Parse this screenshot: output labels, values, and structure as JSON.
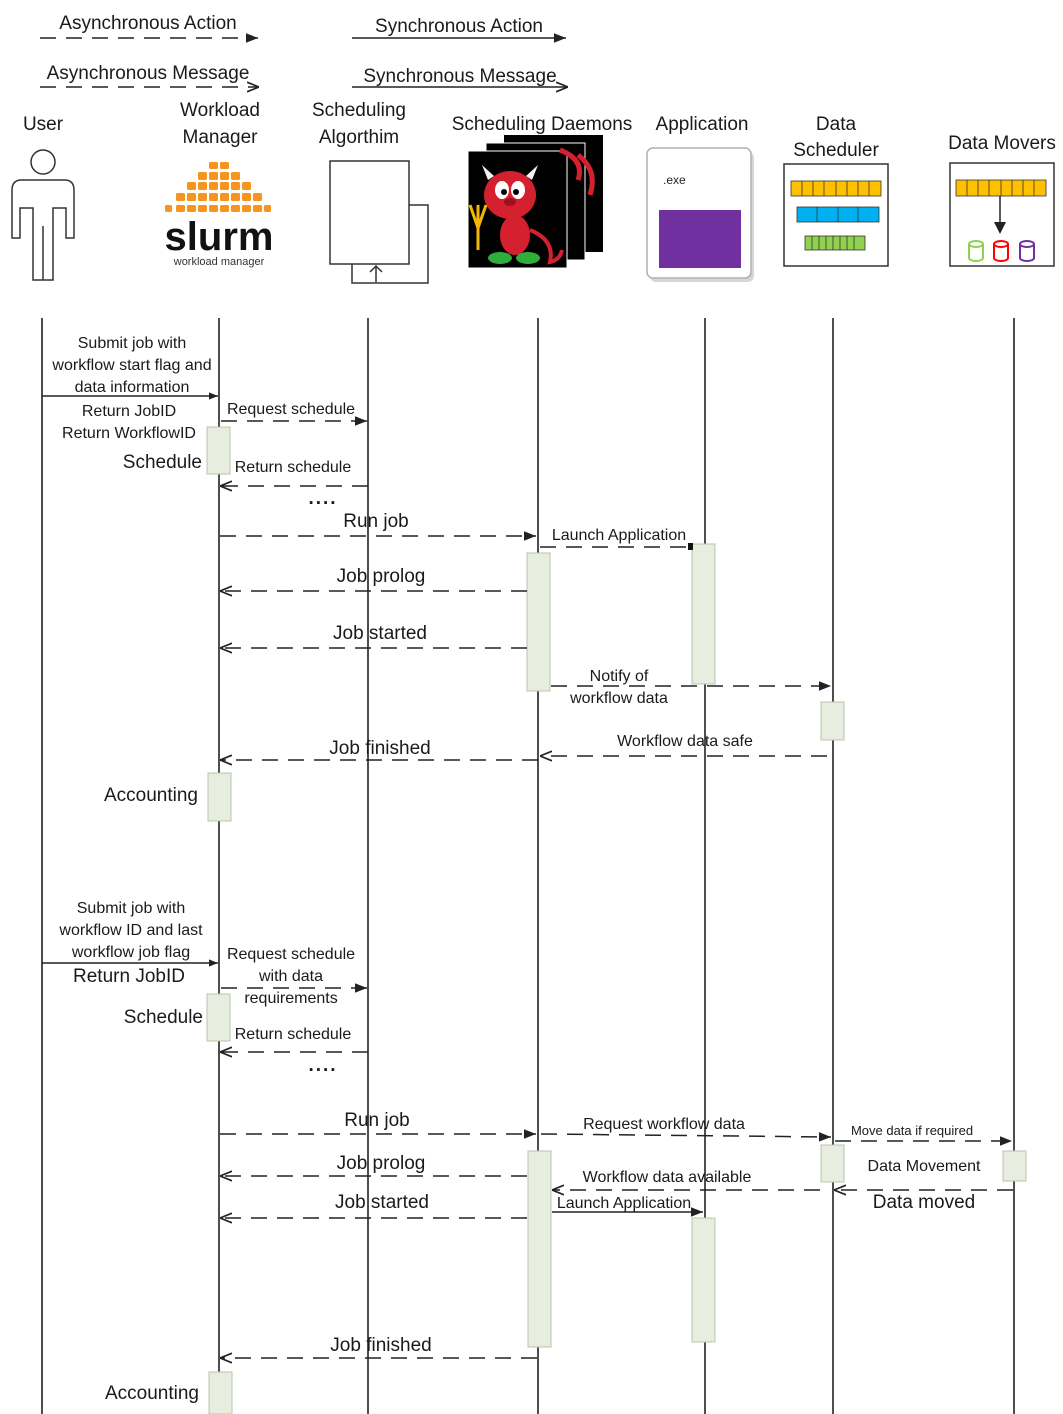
{
  "legend": {
    "async_action": "Asynchronous Action",
    "sync_action": "Synchronous Action",
    "async_message": "Asynchronous Message",
    "sync_message": "Synchronous Message"
  },
  "actors": {
    "user": "User",
    "wm_line1": "Workload",
    "wm_line2": "Manager",
    "sa_line1": "Scheduling",
    "sa_line2": "Algorthim",
    "daemons": "Scheduling Daemons",
    "application": "Application",
    "ds_line1": "Data",
    "ds_line2": "Scheduler",
    "movers": "Data Movers"
  },
  "logo": {
    "word": "slurm",
    "sub": "workload manager"
  },
  "app_icon": {
    "label": ".exe",
    "color": "#7030a0"
  },
  "queue_colors": {
    "yellow": "#ffc000",
    "blue": "#00b0f0",
    "green": "#92d050",
    "red": "#ff0000",
    "purple": "#7030a0"
  },
  "messages": {
    "submit1_l1": "Submit job with",
    "submit1_l2": "workflow start flag and",
    "submit1_l3": "data information",
    "return_jobid1": "Return JobID",
    "return_workflowid": "Return WorkflowID",
    "schedule1": "Schedule",
    "request_schedule1": "Request schedule",
    "return_schedule1": "Return schedule",
    "dots1": "....",
    "run_job1": "Run job",
    "launch_app1": "Launch Application",
    "job_prolog1": "Job prolog",
    "job_started1": "Job started",
    "notify_l1": "Notify of",
    "notify_l2": "workflow data",
    "workflow_safe": "Workflow data safe",
    "job_finished1": "Job finished",
    "accounting1": "Accounting",
    "submit2_l1": "Submit job with",
    "submit2_l2": "workflow ID and last",
    "submit2_l3": "workflow job flag",
    "return_jobid2": "Return JobID",
    "schedule2": "Schedule",
    "request_schedule2_l1": "Request schedule",
    "request_schedule2_l2": "with data",
    "request_schedule2_l3": "requirements",
    "return_schedule2": "Return schedule",
    "dots2": "....",
    "run_job2": "Run job",
    "request_workflow_data": "Request workflow data",
    "move_data": "Move data if required",
    "job_prolog2": "Job prolog",
    "workflow_available": "Workflow data available",
    "data_movement": "Data Movement",
    "launch_app2": "Launch Application",
    "job_started2": "Job started",
    "data_moved": "Data moved",
    "job_finished2": "Job finished",
    "accounting2": "Accounting"
  }
}
